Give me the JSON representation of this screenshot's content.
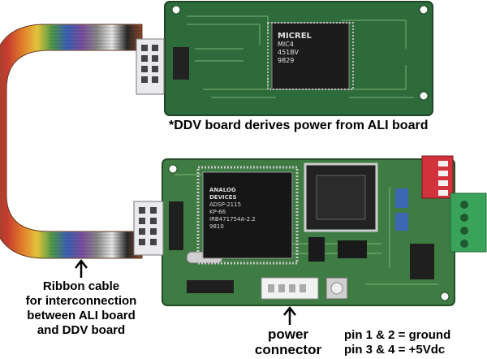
{
  "photo": {
    "top_chip_marking": [
      "MICREL",
      "MIC4",
      "451BV",
      "9829"
    ],
    "bottom_chip_marking": [
      "ANALOG",
      "DEVICES",
      "ADSP-2115",
      "KP-66",
      "IRB471754A-2.2",
      "9810"
    ]
  },
  "annotations": {
    "ddv_note": "*DDV board derives power from ALI board",
    "ribbon_label": [
      "Ribbon cable",
      "for interconnection",
      "between ALI board",
      "and DDV board"
    ],
    "power_label": [
      "power",
      "connector"
    ],
    "pin_notes": [
      "pin 1 & 2 = ground",
      "pin 3 & 4 = +5Vdc"
    ]
  },
  "colors": {
    "pcb_top": "#2e6b3a",
    "pcb_bottom": "#3e7c43",
    "terminal": "#3aa35a",
    "dip_switch": "#d2323c"
  }
}
